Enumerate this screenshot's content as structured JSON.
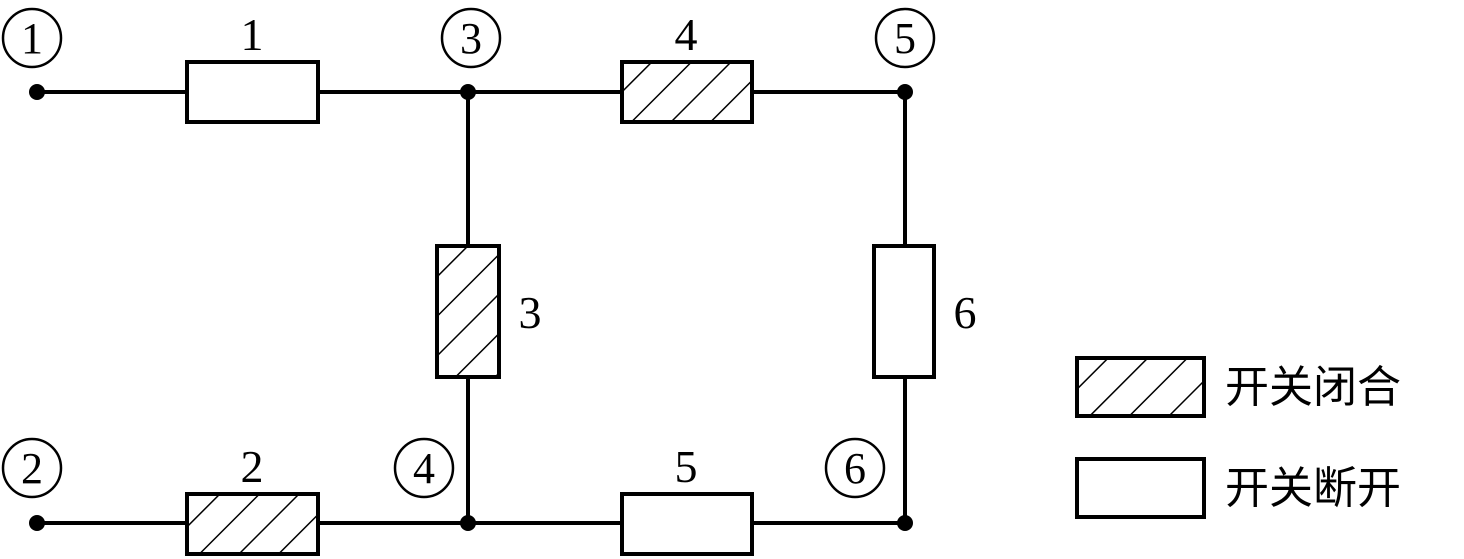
{
  "nodes": [
    {
      "id": "node-1",
      "label": "1"
    },
    {
      "id": "node-2",
      "label": "2"
    },
    {
      "id": "node-3",
      "label": "3"
    },
    {
      "id": "node-4",
      "label": "4"
    },
    {
      "id": "node-5",
      "label": "5"
    },
    {
      "id": "node-6",
      "label": "6"
    }
  ],
  "switches": [
    {
      "id": "switch-1",
      "label": "1",
      "state": "open"
    },
    {
      "id": "switch-2",
      "label": "2",
      "state": "closed"
    },
    {
      "id": "switch-3",
      "label": "3",
      "state": "closed"
    },
    {
      "id": "switch-4",
      "label": "4",
      "state": "closed"
    },
    {
      "id": "switch-5",
      "label": "5",
      "state": "open"
    },
    {
      "id": "switch-6",
      "label": "6",
      "state": "open"
    }
  ],
  "legend": {
    "closed_label": "开关闭合",
    "open_label": "开关断开"
  },
  "colors": {
    "line": "#000000",
    "background": "#ffffff"
  }
}
